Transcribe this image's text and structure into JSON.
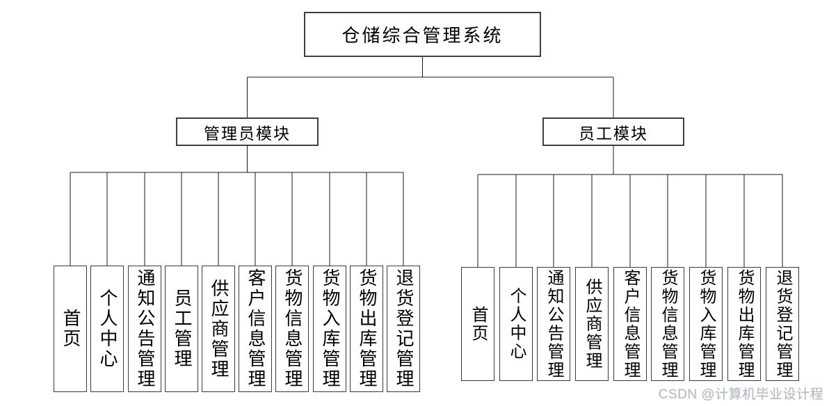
{
  "title": "仓储综合管理系统",
  "modules": [
    {
      "label": "管理员模块",
      "children": [
        "首页",
        "个人中心",
        "通知公告管理",
        "员工管理",
        "供应商管理",
        "客户信息管理",
        "货物信息管理",
        "货物入库管理",
        "货物出库管理",
        "退货登记管理"
      ]
    },
    {
      "label": "员工模块",
      "children": [
        "首页",
        "个人中心",
        "通知公告管理",
        "供应商管理",
        "客户信息管理",
        "货物信息管理",
        "货物入库管理",
        "货物出库管理",
        "退货登记管理"
      ]
    }
  ],
  "watermark": "CSDN @计算机毕业设计程",
  "colors": {
    "background": "#ffffff",
    "line": "#1a1a1a",
    "box_border": "#3f3f3f",
    "text": "#000000",
    "watermark_text": "#b4b9bf"
  }
}
